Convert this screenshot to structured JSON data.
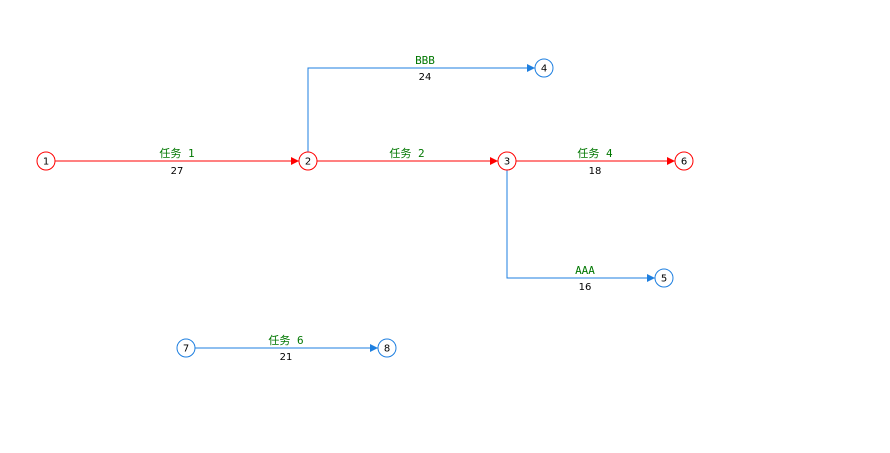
{
  "colors": {
    "critical": "#ff0000",
    "normal": "#1e7fe0",
    "task_name": "#007700",
    "duration": "#000000",
    "background": "#ffffff"
  },
  "nodes": [
    {
      "id": "1",
      "label": "1",
      "critical": true
    },
    {
      "id": "2",
      "label": "2",
      "critical": true
    },
    {
      "id": "3",
      "label": "3",
      "critical": true
    },
    {
      "id": "4",
      "label": "4",
      "critical": false
    },
    {
      "id": "5",
      "label": "5",
      "critical": false
    },
    {
      "id": "6",
      "label": "6",
      "critical": true
    },
    {
      "id": "7",
      "label": "7",
      "critical": false
    },
    {
      "id": "8",
      "label": "8",
      "critical": false
    }
  ],
  "tasks": [
    {
      "id": "t1",
      "from": "1",
      "to": "2",
      "name": "任务 1",
      "duration": "27",
      "critical": true
    },
    {
      "id": "t2",
      "from": "2",
      "to": "3",
      "name": "任务 2",
      "duration": "",
      "critical": true
    },
    {
      "id": "t4",
      "from": "3",
      "to": "6",
      "name": "任务 4",
      "duration": "18",
      "critical": true
    },
    {
      "id": "tbbb",
      "from": "2",
      "to": "4",
      "name": "BBB",
      "duration": "24",
      "critical": false
    },
    {
      "id": "taaa",
      "from": "3",
      "to": "5",
      "name": "AAA",
      "duration": "16",
      "critical": false
    },
    {
      "id": "t6",
      "from": "7",
      "to": "8",
      "name": "任务 6",
      "duration": "21",
      "critical": false
    }
  ]
}
